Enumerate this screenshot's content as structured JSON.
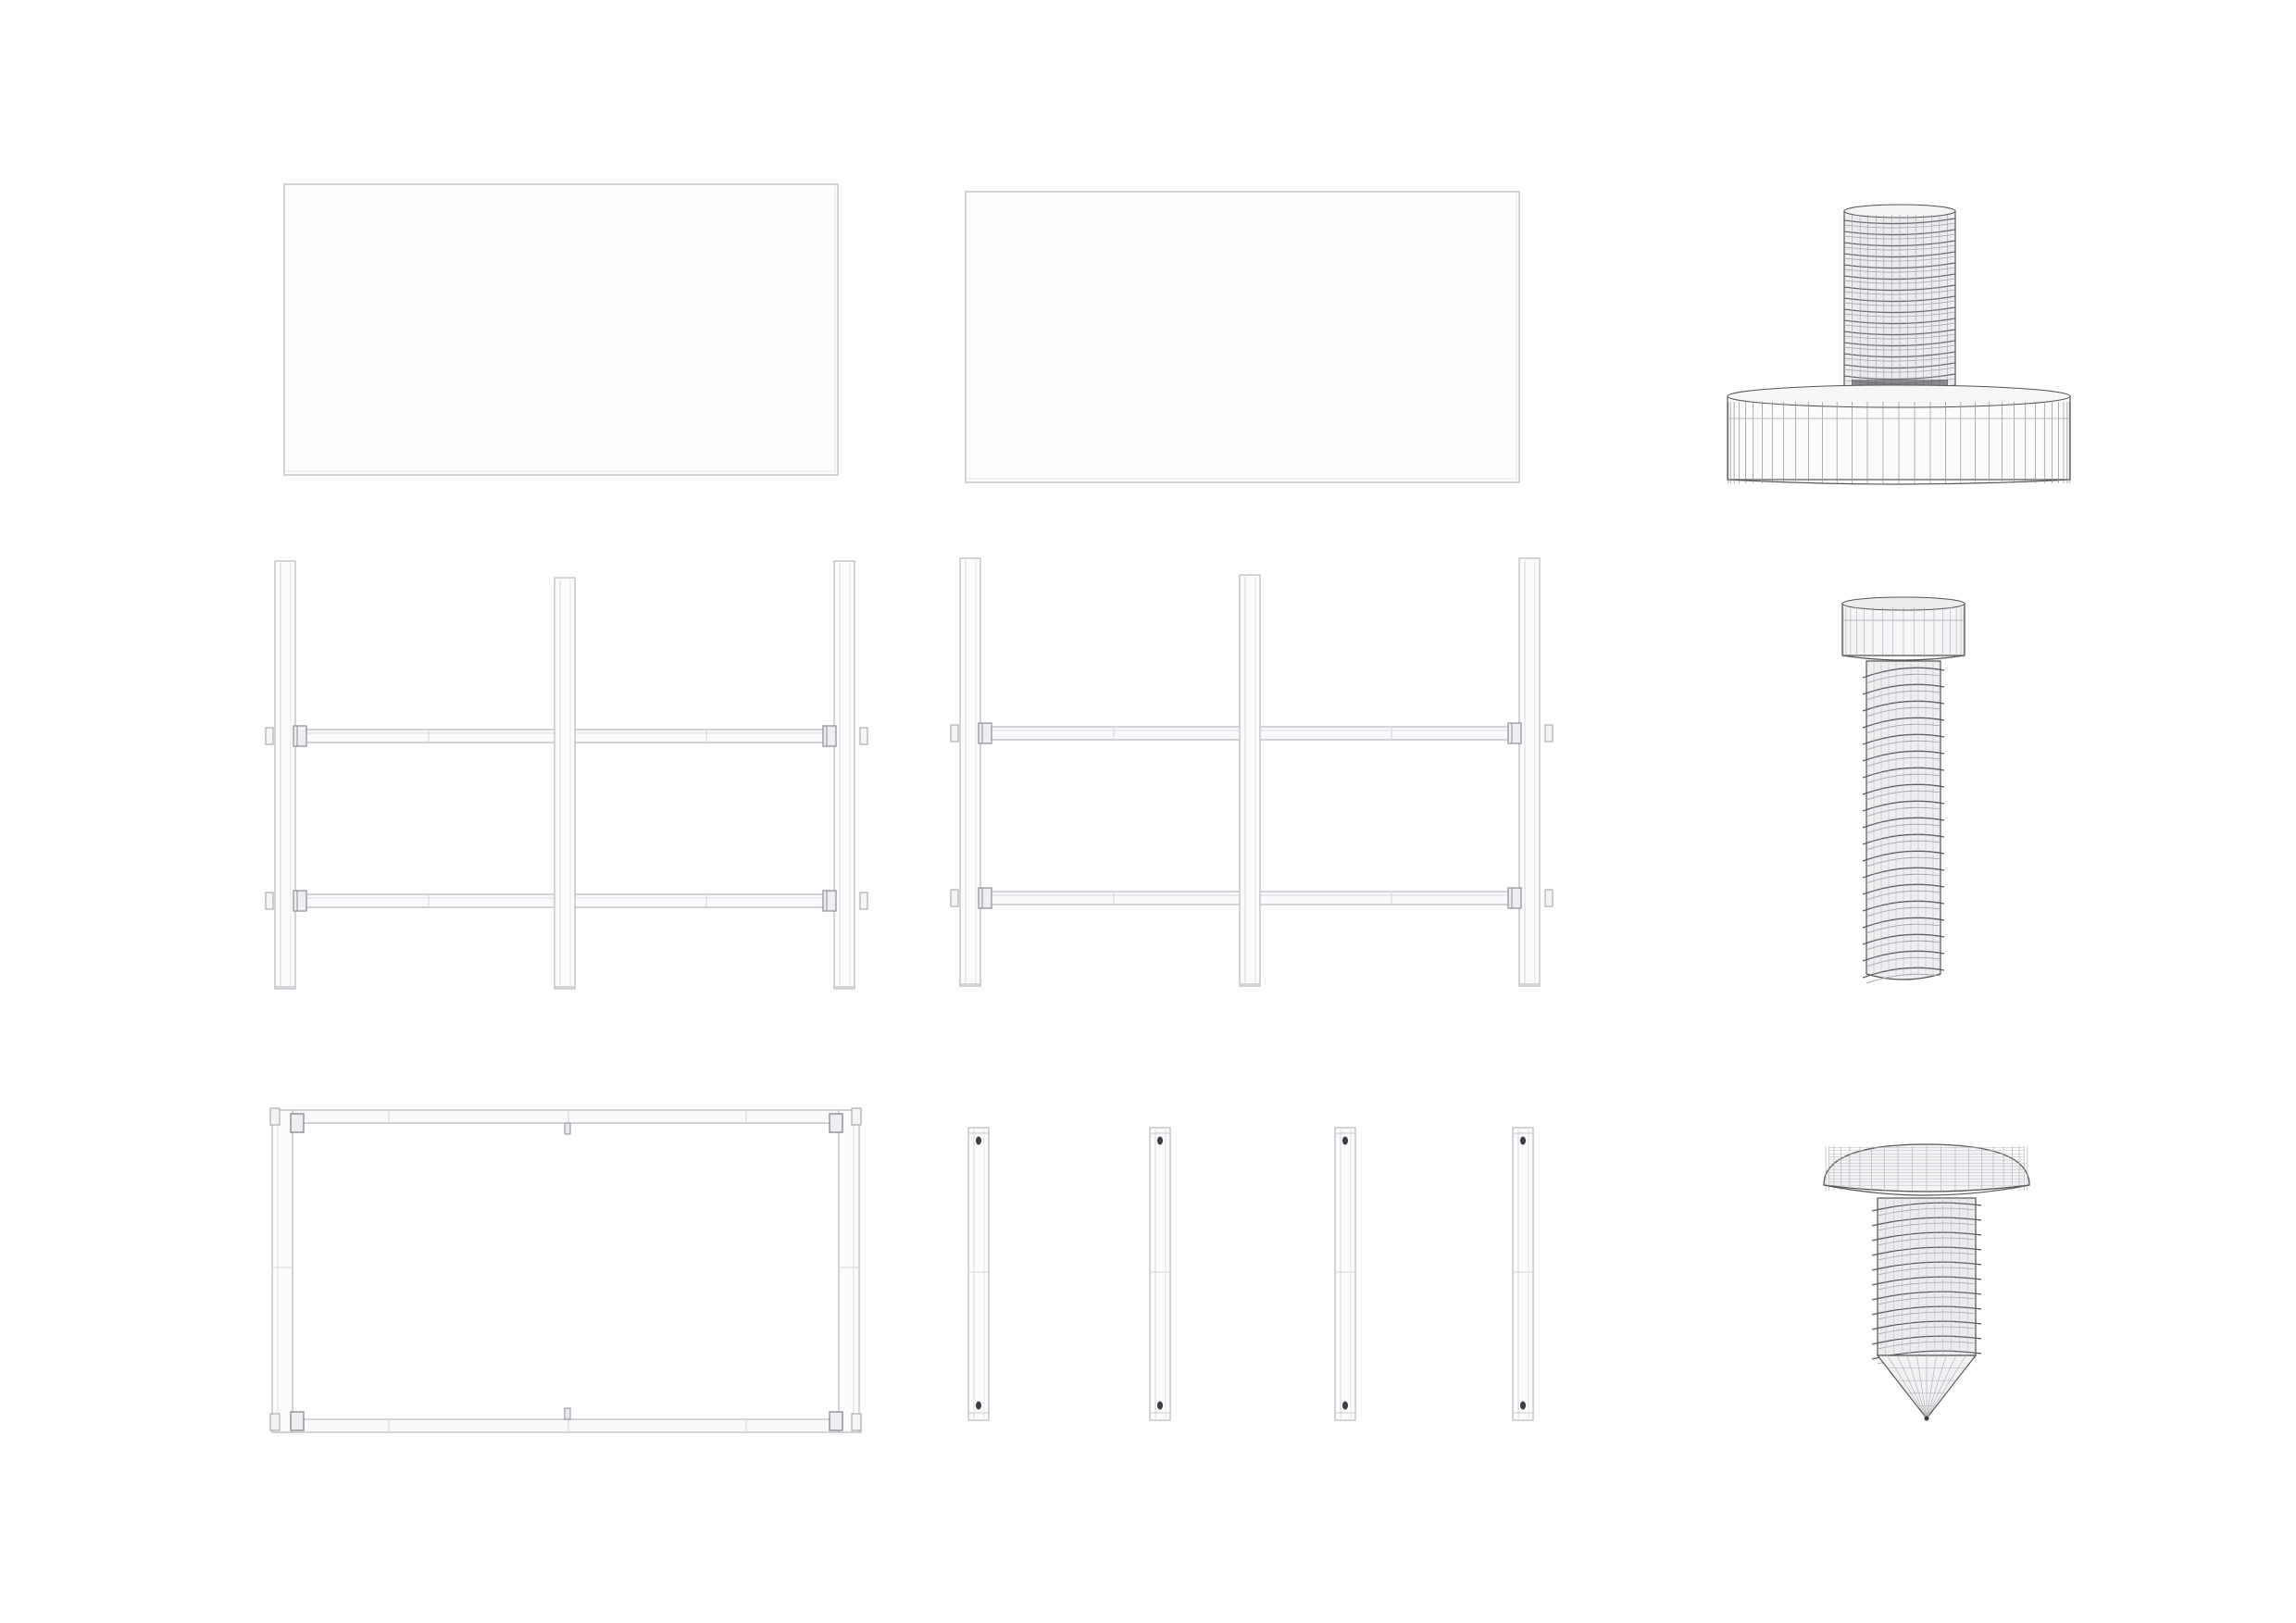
{
  "sheet": {
    "background": "#ffffff",
    "line_color": "#bcbcc4",
    "dark_line_color": "#3a3a3a",
    "mesh_line_color": "#555555"
  },
  "parts": [
    {
      "name": "panel-1",
      "kind": "flat-panel"
    },
    {
      "name": "panel-2",
      "kind": "flat-panel"
    },
    {
      "name": "leveler-foot",
      "kind": "threaded-leveler-foot",
      "icon": "leveler-foot-icon"
    },
    {
      "name": "side-frame-1",
      "kind": "ladder-frame"
    },
    {
      "name": "side-frame-2",
      "kind": "ladder-frame"
    },
    {
      "name": "screw-large",
      "kind": "cheese-head-screw",
      "icon": "screw-icon"
    },
    {
      "name": "rect-frame",
      "kind": "rectangular-frame"
    },
    {
      "name": "post-1",
      "kind": "upright-post"
    },
    {
      "name": "post-2",
      "kind": "upright-post"
    },
    {
      "name": "post-3",
      "kind": "upright-post"
    },
    {
      "name": "post-4",
      "kind": "upright-post"
    },
    {
      "name": "screw-small",
      "kind": "pan-head-self-tapping-screw",
      "icon": "screw-icon"
    }
  ]
}
